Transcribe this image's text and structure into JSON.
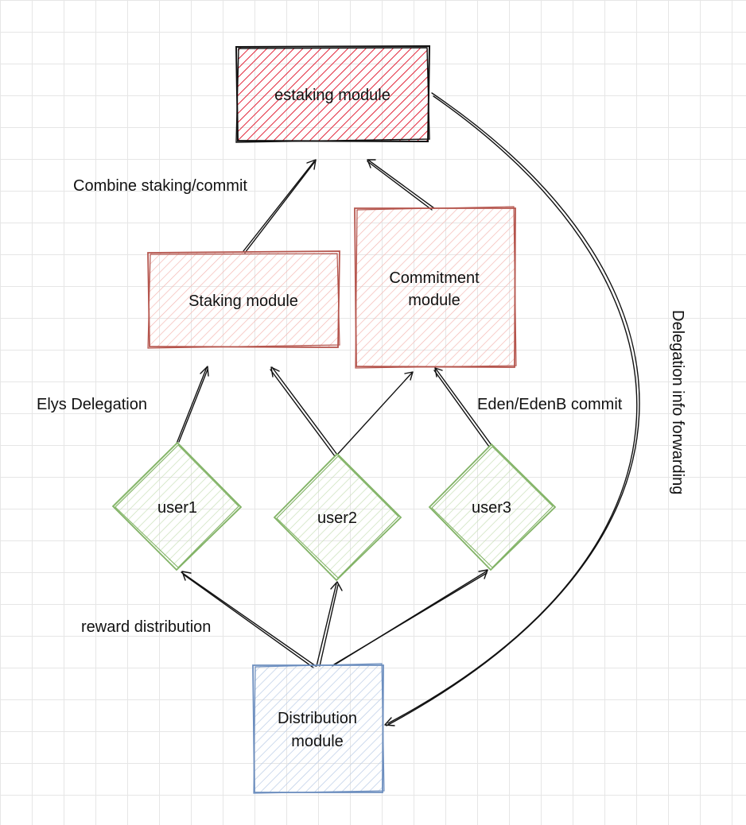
{
  "nodes": {
    "estaking": {
      "label": "estaking module",
      "stroke": "#111111",
      "fill": "#e2263a"
    },
    "staking": {
      "label": "Staking module",
      "stroke": "#b5554d",
      "fill": "#f4b8b3"
    },
    "commitment": {
      "line1": "Commitment",
      "line2": "module",
      "stroke": "#b5554d",
      "fill": "#f4b8b3"
    },
    "user1": {
      "label": "user1",
      "stroke": "#82b366",
      "fill": "#c9e0b8"
    },
    "user2": {
      "label": "user2",
      "stroke": "#82b366",
      "fill": "#c9e0b8"
    },
    "user3": {
      "label": "user3",
      "stroke": "#82b366",
      "fill": "#c9e0b8"
    },
    "distribution": {
      "line1": "Distribution",
      "line2": "module",
      "stroke": "#6c8ebf",
      "fill": "#b9cbe6"
    }
  },
  "edge_labels": {
    "combine": "Combine staking/commit",
    "elys_delegation": "Elys Delegation",
    "eden_commit": "Eden/EdenB commit",
    "reward_distribution": "reward distribution",
    "delegation_forwarding": "Delegation info forwarding"
  }
}
